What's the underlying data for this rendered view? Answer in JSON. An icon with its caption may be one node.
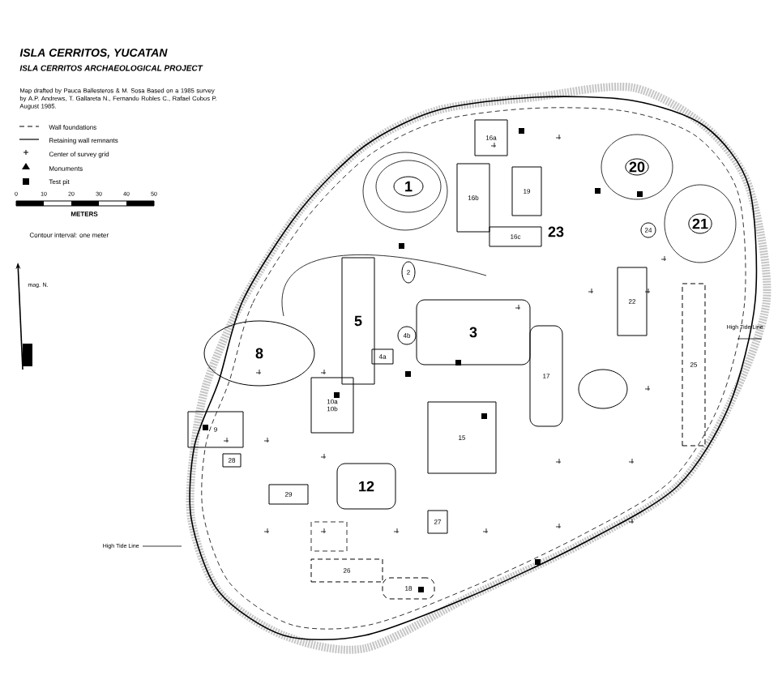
{
  "diagram": {
    "title": "ISLA CERRITOS, YUCATAN",
    "nodes": [
      {
        "text": [
          "1"
        ]
      },
      {
        "text": [
          "2"
        ]
      },
      {
        "text": [
          "3"
        ]
      },
      {
        "text": [
          "4a"
        ]
      },
      {
        "text": [
          "4b"
        ]
      },
      {
        "text": [
          "5"
        ]
      },
      {
        "text": [
          "8"
        ]
      },
      {
        "text": [
          "9"
        ]
      },
      {
        "text": [
          "10a",
          "10b"
        ]
      },
      {
        "text": [
          "12"
        ]
      },
      {
        "text": [
          "15"
        ]
      },
      {
        "text": [
          "16a"
        ]
      },
      {
        "text": [
          "16b"
        ]
      },
      {
        "text": [
          "16c"
        ]
      },
      {
        "text": [
          "19"
        ]
      },
      {
        "text": [
          "20"
        ]
      },
      {
        "text": [
          "21"
        ]
      },
      {
        "text": [
          "24"
        ]
      },
      {
        "text": [
          "22"
        ]
      },
      {
        "text": [
          "25"
        ]
      },
      {
        "text": [
          "17"
        ]
      },
      {
        "text": [],
        "shape": "circle"
      },
      {
        "text": [
          "28"
        ]
      },
      {
        "text": [
          "29"
        ]
      },
      {
        "text": [
          "26"
        ]
      },
      {
        "text": [
          "27"
        ]
      },
      {
        "text": [
          "18"
        ]
      }
    ],
    "labels": [
      "ISLA CERRITOS ARCHAEOLOGICAL PROJECT",
      "Map drafted by Pauca Ballesteros & M. Sosa Based on a 1985 survey by A.P. Andrews, T. Gallareta N., Fernando Robles C., Rafael Cobos P. August 1985.",
      "0",
      "10",
      "20",
      "30",
      "40",
      "50",
      "METERS",
      "Contour interval: one meter",
      "mag. N.",
      "23",
      "High Tide Line",
      "High Tide Line"
    ],
    "legend": [
      {
        "text": "Wall foundations"
      },
      {
        "text": "Retaining wall remnants"
      },
      {
        "text": "Center of survey grid"
      },
      {
        "text": "Monuments"
      },
      {
        "text": "Test pit"
      }
    ]
  }
}
